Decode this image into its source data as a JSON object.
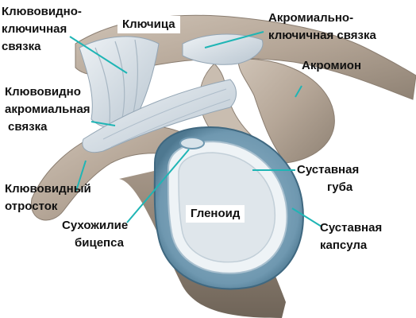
{
  "labels": {
    "coracoclavicular_line1": "Клювовидно-",
    "coracoclavicular_line2": "ключичная",
    "coracoclavicular_line3": "связка",
    "clavicle": "Ключица",
    "acromioclavicular_line1": "Акромиально-",
    "acromioclavicular_line2": "ключичная связка",
    "acromion": "Акромион",
    "coracoacromial_line1": "Клювовидно",
    "coracoacromial_line2": "акромиальная",
    "coracoacromial_line3": "связка",
    "labrum_line1": "Суставная",
    "labrum_line2": "губа",
    "coracoid_line1": "Клювовидный",
    "coracoid_line2": "отросток",
    "glenoid": "Гленоид",
    "biceps_line1": "Сухожилие",
    "biceps_line2": "бицепса",
    "capsule_line1": "Суставная",
    "capsule_line2": "капсула"
  },
  "colors": {
    "leader_line": "#1fb5b5",
    "bone": "#b9ab9c",
    "ligament": "#dbe3ea",
    "capsule": "#7ea3b8",
    "labrum": "#eef3f6",
    "text": "#111111"
  }
}
